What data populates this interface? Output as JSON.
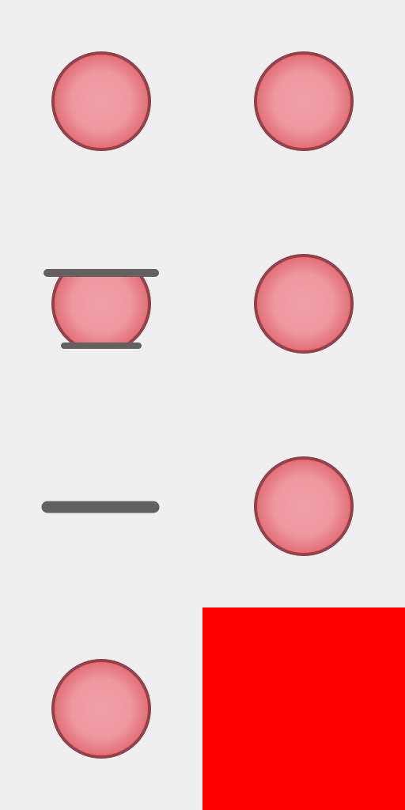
{
  "colors": {
    "background": "#efefef",
    "ball_fill_center": "#f1a1a7",
    "ball_fill_mid": "#f0979e",
    "ball_fill_edge": "#e06c75",
    "ball_outline": "#93424b",
    "bar": "#646060",
    "highlight_tile": "#ff0000"
  },
  "grid": {
    "columns": 2,
    "rows": 4
  },
  "tiles": [
    {
      "row": 0,
      "col": 0,
      "kind": "ball"
    },
    {
      "row": 0,
      "col": 1,
      "kind": "ball"
    },
    {
      "row": 1,
      "col": 0,
      "kind": "squeezed-ball"
    },
    {
      "row": 1,
      "col": 1,
      "kind": "ball"
    },
    {
      "row": 2,
      "col": 0,
      "kind": "bar"
    },
    {
      "row": 2,
      "col": 1,
      "kind": "ball"
    },
    {
      "row": 3,
      "col": 0,
      "kind": "ball"
    },
    {
      "row": 3,
      "col": 1,
      "kind": "red-tile"
    }
  ]
}
